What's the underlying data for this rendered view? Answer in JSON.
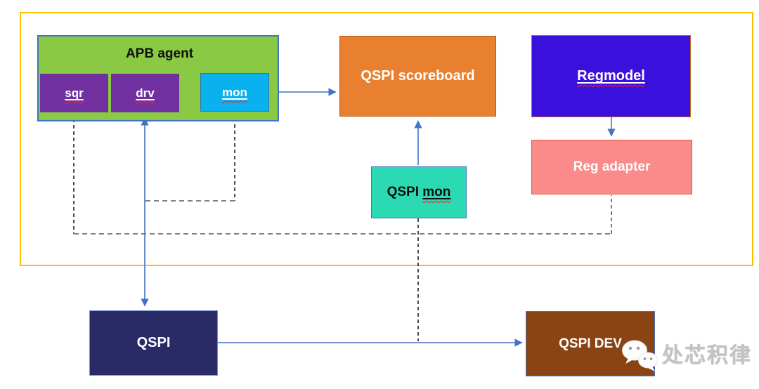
{
  "diagram": {
    "title_hint": "QSPI verification testbench block diagram",
    "nodes": {
      "apb_agent": {
        "label": "APB agent",
        "fill": "#8AC943"
      },
      "sqr": {
        "label": "sqr",
        "fill": "#7030A0"
      },
      "drv": {
        "label": "drv",
        "fill": "#7030A0"
      },
      "mon": {
        "label": "mon",
        "fill": "#0AB1EF"
      },
      "qspi_scoreboard": {
        "label": "QSPI scoreboard",
        "fill": "#E8802F"
      },
      "regmodel": {
        "label": "Regmodel",
        "fill": "#3A10DC"
      },
      "reg_adapter": {
        "label": "Reg adapter",
        "fill": "#FB8A8A"
      },
      "qspi_mon": {
        "prefix": "QSPI ",
        "word": "mon",
        "fill": "#2BDAB2"
      },
      "qspi": {
        "label": "QSPI",
        "fill": "#2A2A66"
      },
      "qspi_dev": {
        "label": "QSPI DEV",
        "fill": "#8A4413"
      }
    },
    "colors": {
      "boundary": "#FFC000",
      "arrow": "#4472C4",
      "dashed_dark": "#1f1f1f",
      "dashed_gray": "#808080",
      "squiggle": "#ff2020"
    },
    "connections": [
      "mon -> QSPI scoreboard",
      "drv <-> QSPI",
      "QSPI mon -> QSPI scoreboard",
      "Regmodel -> Reg adapter",
      "QSPI -> QSPI DEV",
      "sqr -- Reg adapter (dashed)",
      "mon -- drv/QSPI line (dashed)",
      "QSPI mon -- QSPI/QSPI DEV line (dashed)"
    ],
    "watermark": {
      "text": "处芯积律",
      "icon": "wechat-logo-icon"
    }
  }
}
